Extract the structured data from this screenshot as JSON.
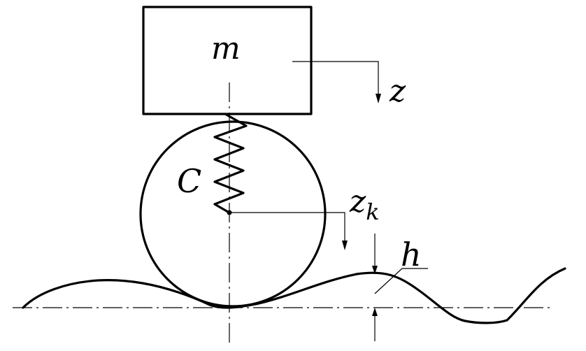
{
  "labels": {
    "mass": "m",
    "z": "z",
    "stiffness": "C",
    "zk_base": "z",
    "zk_sub": "k",
    "h": "h"
  }
}
